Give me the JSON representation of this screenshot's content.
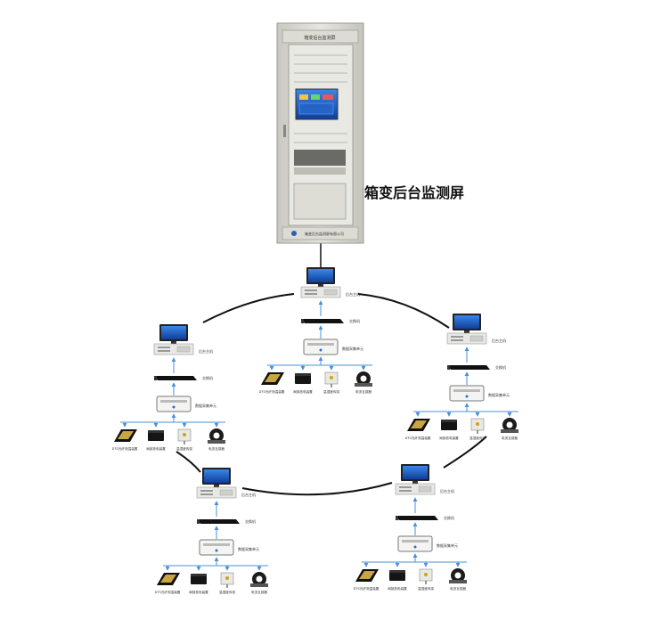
{
  "cabinet": {
    "top_label": "箱变后台监测屏",
    "caption": "箱变后台监测屏",
    "footer_label": "箱变后台监测屏有限公司"
  },
  "node_labels": {
    "controller": "后台主机",
    "switch": "交换机",
    "collector": "数据采集单元",
    "sensors": [
      "DTS光纤测温装置",
      "局部放电装置",
      "温湿度传感",
      "电流互感器"
    ]
  },
  "colors": {
    "ring": "#111111",
    "arrow": "#4a90d9",
    "screen": "#1a56b8",
    "cabinet": "#d9d9d2"
  },
  "icons": [
    "monitor-icon",
    "switch-icon",
    "collector-icon",
    "sensor-icon"
  ]
}
